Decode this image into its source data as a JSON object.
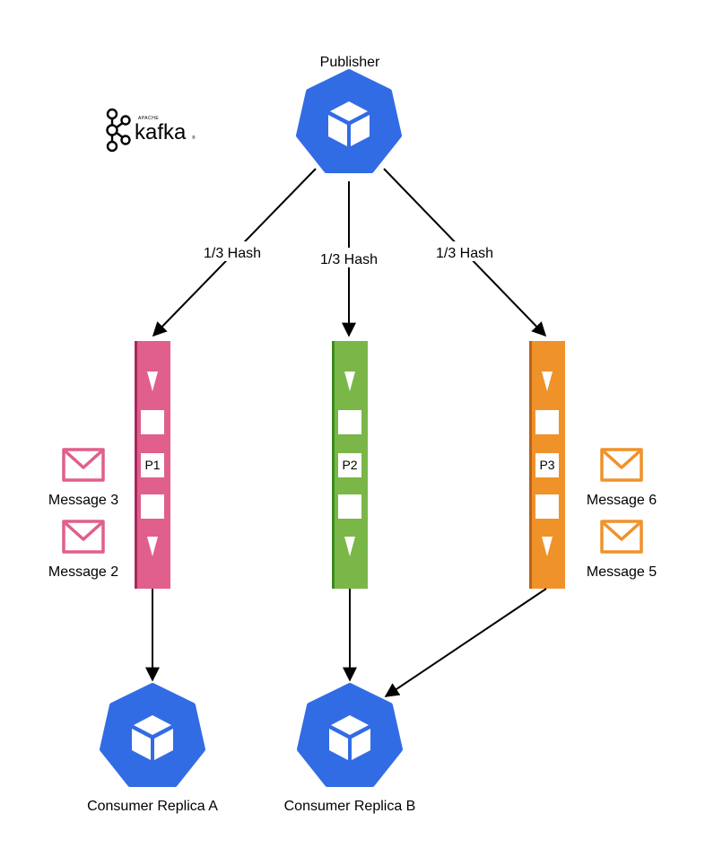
{
  "diagram": {
    "publisher_label": "Publisher",
    "logo": {
      "small_text": "APACHE",
      "word": "kafka",
      "mark": "®"
    },
    "edge_labels": [
      "1/3 Hash",
      "1/3 Hash",
      "1/3 Hash"
    ],
    "partitions": [
      {
        "label": "P1",
        "color": "#e05f8c",
        "edge_color": "#a8285b"
      },
      {
        "label": "P2",
        "color": "#7ab648",
        "edge_color": "#3f8a1f"
      },
      {
        "label": "P3",
        "color": "#f0922a",
        "edge_color": "#b8641a"
      }
    ],
    "messages_left": {
      "color": "#e05f8c",
      "items": [
        "Message 3",
        "Message 2"
      ]
    },
    "messages_right": {
      "color": "#f0922a",
      "items": [
        "Message 6",
        "Message 5"
      ]
    },
    "consumers": [
      "Consumer Replica A",
      "Consumer Replica B"
    ],
    "node_color": "#326ce5"
  }
}
